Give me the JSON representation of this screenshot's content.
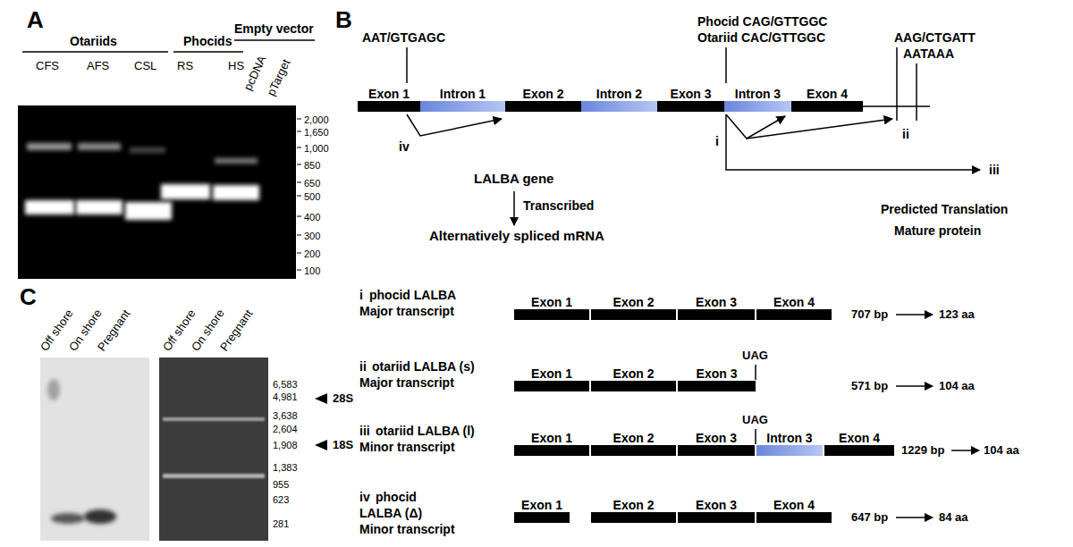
{
  "diagram": {
    "nodes": [
      {
        "text": [
          "Exon 1"
        ]
      },
      {
        "text": [
          "Intron 1"
        ]
      },
      {
        "text": [
          "Exon 2"
        ]
      },
      {
        "text": [
          "Intron 2"
        ]
      },
      {
        "text": [
          "Exon 3"
        ]
      },
      {
        "text": [
          "Intron 3"
        ]
      },
      {
        "text": [
          "Exon 4"
        ]
      },
      {
        "text": [
          "Exon 1"
        ]
      },
      {
        "text": [
          "Exon 2"
        ]
      },
      {
        "text": [
          "Exon 3"
        ]
      },
      {
        "text": [
          "Exon 4"
        ]
      },
      {
        "text": [
          "Exon 1"
        ]
      },
      {
        "text": [
          "Exon 2"
        ]
      },
      {
        "text": [
          "Exon 3"
        ]
      },
      {
        "text": [
          "Exon 1"
        ]
      },
      {
        "text": [
          "Exon 2"
        ]
      },
      {
        "text": [
          "Exon 3"
        ]
      },
      {
        "text": [
          "Intron 3"
        ]
      },
      {
        "text": [
          "Exon 4"
        ]
      },
      {
        "text": [
          "Exon 1"
        ]
      },
      {
        "text": [
          "Exon 2"
        ]
      },
      {
        "text": [
          "Exon 3"
        ]
      },
      {
        "text": [
          "Exon 4"
        ]
      }
    ],
    "labels": [
      "A",
      "Otariids",
      "Phocids",
      "Empty vector",
      "CFS",
      "AFS",
      "CSL",
      "RS",
      "HS",
      "pcDNA",
      "pTarget",
      "2,000",
      "1,650",
      "1,000",
      "850",
      "650",
      "500",
      "400",
      "300",
      "200",
      "100",
      "B",
      "AAT/GTGAGC",
      "Phocid CAG/GTTGGC",
      "Otariid CAC/GTTGGC",
      "AAG/CTGATT",
      "AATAAA",
      "iv",
      "i",
      "ii",
      "iii",
      "LALBA gene",
      "Transcribed",
      "Alternatively spliced mRNA",
      "Predicted Translation",
      "Mature protein",
      "i",
      "phocid LALBA",
      "Major transcript",
      "707 bp",
      "123 aa",
      "ii",
      "otariid LALBA (s)",
      "Major transcript",
      "UAG",
      "571 bp",
      "104 aa",
      "iii",
      "otariid LALBA (l)",
      "Minor transcript",
      "UAG",
      "1229 bp",
      "104 aa",
      "iv",
      "phocid",
      "LALBA (Δ)",
      "Minor transcript",
      "647 bp",
      "84 aa",
      "C",
      "Off shore",
      "On shore",
      "Pregnant",
      "Off shore",
      "On shore",
      "Pregnant",
      "6,583",
      "4,981",
      "3,638",
      "2,604",
      "1,908",
      "1,383",
      "955",
      "623",
      "281",
      "28S",
      "18S"
    ]
  }
}
